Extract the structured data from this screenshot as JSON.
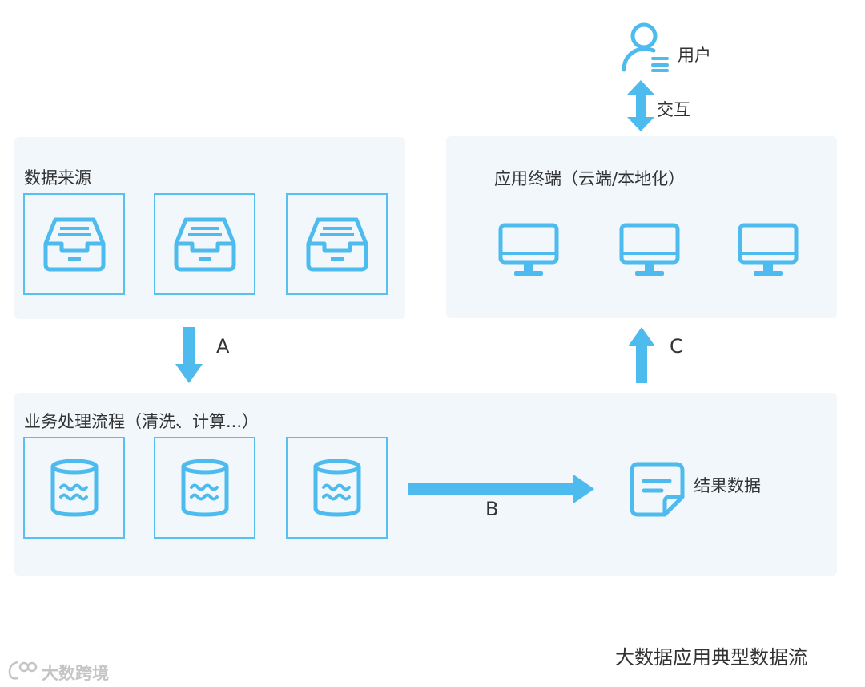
{
  "colors": {
    "accent": "#4dbbee",
    "panel": "#f1f7fb",
    "text": "#333333",
    "watermark": "#c5c5c5"
  },
  "diagram": {
    "user": {
      "label": "用户",
      "icon": "user-icon"
    },
    "interaction": {
      "label": "交互"
    },
    "source": {
      "title": "数据来源",
      "items": [
        "inbox-tray-icon",
        "inbox-tray-icon",
        "inbox-tray-icon"
      ]
    },
    "terminal": {
      "title": "应用终端（云端/本地化）",
      "items": [
        "monitor-icon",
        "monitor-icon",
        "monitor-icon"
      ]
    },
    "processing": {
      "title": "业务处理流程（清洗、计算...）",
      "items": [
        "database-icon",
        "database-icon",
        "database-icon"
      ]
    },
    "result": {
      "label": "结果数据",
      "icon": "document-icon"
    },
    "flows": {
      "a": "A",
      "b": "B",
      "c": "C"
    },
    "caption": "大数据应用典型数据流"
  },
  "watermark": {
    "text": "大数跨境",
    "icon": "logo-icon"
  }
}
